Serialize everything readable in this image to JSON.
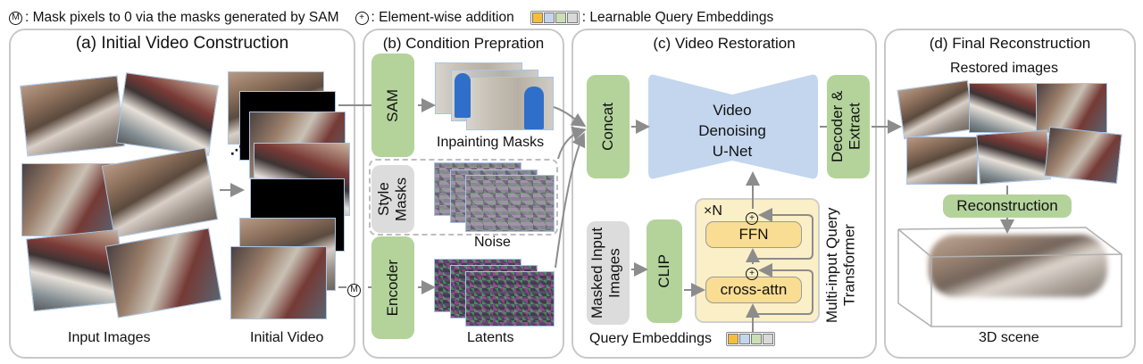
{
  "legend": {
    "mask_symbol": "M",
    "mask_text": ": Mask pixels to 0 via the masks generated by SAM",
    "add_symbol": "+",
    "add_text": ": Element-wise addition",
    "query_text": ": Learnable Query Embeddings",
    "query_colors": [
      "#f4be3c",
      "#c3d6ee",
      "#c8e0b4",
      "#d9d9d9"
    ]
  },
  "panel_a": {
    "title": "(a) Initial Video Construction",
    "input_label": "Input Images",
    "video_label": "Initial Video"
  },
  "panel_b": {
    "title": "(b) Condition Prepration",
    "sam": "SAM",
    "style_masks": "Style Masks",
    "encoder": "Encoder",
    "inpainting_masks": "Inpainting Masks",
    "noise": "Noise",
    "latents": "Latents"
  },
  "panel_c": {
    "title": "(c) Video Restoration",
    "concat": "Concat",
    "unet": "Video Denoising U-Net",
    "decoder": "Decoder & Extract",
    "masked_inputs": "Masked Input Images",
    "clip": "CLIP",
    "repeat": "×N",
    "ffn": "FFN",
    "cross_attn": "cross-attn",
    "mqt": "Multi-input Query Transformer",
    "query_embeddings": "Query Embeddings"
  },
  "panel_d": {
    "title": "(d) Final Reconstruction",
    "restored": "Restored images",
    "reconstruction": "Reconstruction",
    "scene": "3D scene"
  },
  "colors": {
    "green": "#b3d39b",
    "blue": "#c3d6ee",
    "grey": "#dcdcdc",
    "yellow_bg": "#fbefc8",
    "yellow_block": "#f9dd93",
    "arrow": "#8c8c8c"
  }
}
